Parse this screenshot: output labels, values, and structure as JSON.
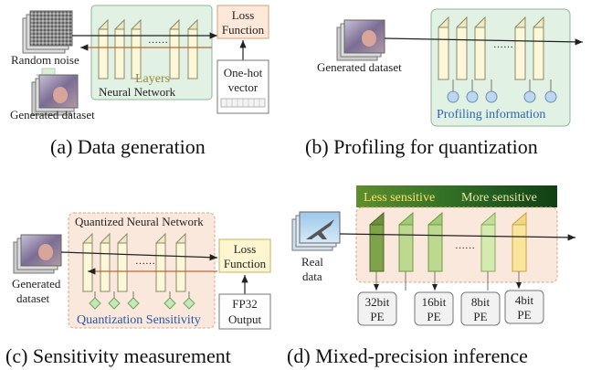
{
  "panels": {
    "a": {
      "caption": "(a) Data generation",
      "random_noise": "Random noise",
      "layers": "Layers",
      "neural_network": "Neural Network",
      "ellipsis": "……",
      "loss_function": [
        "Loss",
        "Function"
      ],
      "one_hot": [
        "One-hot",
        "vector"
      ],
      "generated_dataset": "Generated dataset"
    },
    "b": {
      "caption": "(b) Profiling for quantization",
      "generated_dataset": "Generated dataset",
      "ellipsis": "……",
      "profiling": "Profiling  information"
    },
    "c": {
      "caption": "(c) Sensitivity measurement",
      "title": "Quantized Neural Network",
      "ellipsis": "……",
      "loss_function": [
        "Loss",
        "Function"
      ],
      "generated_dataset": [
        "Generated",
        "dataset"
      ],
      "fp32": [
        "FP32",
        "Output"
      ],
      "sensitivity": "Quantization Sensitivity"
    },
    "d": {
      "caption": "(d) Mixed-precision inference",
      "less": "Less sensitive",
      "more": "More sensitive",
      "real_data": [
        "Real",
        "data"
      ],
      "ellipsis": "……",
      "pe": [
        [
          "32bit",
          "PE"
        ],
        [
          "16bit",
          "PE"
        ],
        [
          "8bit",
          "PE"
        ],
        [
          "4bit",
          "PE"
        ]
      ]
    }
  },
  "colors": {
    "nn_green": "#e1f1e3",
    "layer_yellow": "#fcf7d8",
    "loss_fill": "#fde8d9",
    "sens_bg": "#fbe8dc",
    "dot_green": "#c7e7bb",
    "circle_blue": "#bdd7ee",
    "layers_text": "#9a8a3b",
    "profiling_text": "#2e65b0",
    "sens_text": "#2a56a7",
    "bar_dark": "#1e5e1e"
  }
}
